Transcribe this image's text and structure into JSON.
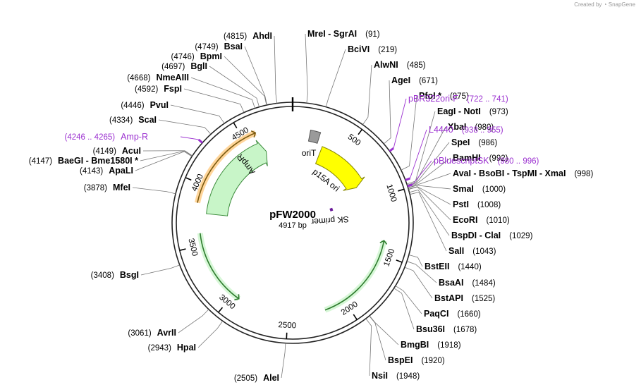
{
  "credit": {
    "prefix": "Created by",
    "brand": "SnapGene"
  },
  "plasmid": {
    "name": "pFW2000",
    "length_label": "4917 bp",
    "length": 4917
  },
  "ticks": [
    {
      "pos": 500,
      "label": "500"
    },
    {
      "pos": 1000,
      "label": "1000"
    },
    {
      "pos": 1500,
      "label": "1500"
    },
    {
      "pos": 2000,
      "label": "2000"
    },
    {
      "pos": 2500,
      "label": "2500"
    },
    {
      "pos": 3000,
      "label": "3000"
    },
    {
      "pos": 3500,
      "label": "3500"
    },
    {
      "pos": 4000,
      "label": "4000"
    },
    {
      "pos": 4500,
      "label": "4500"
    }
  ],
  "features": [
    {
      "name": "AmpR",
      "label": "AmpR",
      "start": 3750,
      "end": 4640,
      "color": "#c8f5c8",
      "stroke": "#3a8a3a"
    },
    {
      "name": "oriT",
      "label": "oriT",
      "start": 150,
      "end": 235,
      "color": "#9a9a9a",
      "stroke": "#555555"
    },
    {
      "name": "p15A ori",
      "label": "p15A ori",
      "start": 290,
      "end": 835,
      "color": "#ffff00",
      "stroke": "#888800"
    },
    {
      "name": "SK primer",
      "label": "SK primer",
      "start": 972,
      "end": 990,
      "color": "#9b30d0",
      "stroke": "#6a1a99"
    }
  ],
  "sites_right": [
    {
      "name": "MreI - SgrAI",
      "pos": 91,
      "pos_label": "(91)"
    },
    {
      "name": "BciVI",
      "pos": 219,
      "pos_label": "(219)"
    },
    {
      "name": "AlwNI",
      "pos": 485,
      "pos_label": "(485)"
    },
    {
      "name": "AgeI",
      "pos": 671,
      "pos_label": "(671)"
    },
    {
      "name": "PfoI *",
      "pos": 875,
      "pos_label": "(875)"
    },
    {
      "name": "EagI - NotI",
      "pos": 973,
      "pos_label": "(973)"
    },
    {
      "name": "XbaI",
      "pos": 980,
      "pos_label": "(980)"
    },
    {
      "name": "SpeI",
      "pos": 986,
      "pos_label": "(986)"
    },
    {
      "name": "BamHI",
      "pos": 992,
      "pos_label": "(992)"
    },
    {
      "name": "AvaI - BsoBI - TspMI - XmaI",
      "pos": 998,
      "pos_label": "(998)"
    },
    {
      "name": "SmaI",
      "pos": 1000,
      "pos_label": "(1000)"
    },
    {
      "name": "PstI",
      "pos": 1008,
      "pos_label": "(1008)"
    },
    {
      "name": "EcoRI",
      "pos": 1010,
      "pos_label": "(1010)"
    },
    {
      "name": "BspDI - ClaI",
      "pos": 1029,
      "pos_label": "(1029)"
    },
    {
      "name": "SalI",
      "pos": 1043,
      "pos_label": "(1043)"
    },
    {
      "name": "BstEII",
      "pos": 1440,
      "pos_label": "(1440)"
    },
    {
      "name": "BsaAI",
      "pos": 1484,
      "pos_label": "(1484)"
    },
    {
      "name": "BstAPI",
      "pos": 1525,
      "pos_label": "(1525)"
    },
    {
      "name": "PaqCI",
      "pos": 1660,
      "pos_label": "(1660)"
    },
    {
      "name": "Bsu36I",
      "pos": 1678,
      "pos_label": "(1678)"
    },
    {
      "name": "BmgBI",
      "pos": 1918,
      "pos_label": "(1918)"
    },
    {
      "name": "BspEI",
      "pos": 1920,
      "pos_label": "(1920)"
    },
    {
      "name": "NsiI",
      "pos": 1948,
      "pos_label": "(1948)"
    }
  ],
  "sites_left": [
    {
      "name": "AleI",
      "pos": 2505,
      "pos_label": "(2505)"
    },
    {
      "name": "HpaI",
      "pos": 2943,
      "pos_label": "(2943)"
    },
    {
      "name": "AvrII",
      "pos": 3061,
      "pos_label": "(3061)"
    },
    {
      "name": "BsgI",
      "pos": 3408,
      "pos_label": "(3408)"
    },
    {
      "name": "MfeI",
      "pos": 3878,
      "pos_label": "(3878)"
    },
    {
      "name": "ApaLI",
      "pos": 4143,
      "pos_label": "(4143)"
    },
    {
      "name": "BaeGI - Bme1580I *",
      "pos": 4147,
      "pos_label": "(4147)"
    },
    {
      "name": "AcuI",
      "pos": 4149,
      "pos_label": "(4149)"
    },
    {
      "name": "ScaI",
      "pos": 4334,
      "pos_label": "(4334)"
    },
    {
      "name": "PvuI",
      "pos": 4446,
      "pos_label": "(4446)"
    },
    {
      "name": "FspI",
      "pos": 4592,
      "pos_label": "(4592)"
    },
    {
      "name": "NmeAIII",
      "pos": 4668,
      "pos_label": "(4668)"
    },
    {
      "name": "BglI",
      "pos": 4697,
      "pos_label": "(4697)"
    },
    {
      "name": "BpmI",
      "pos": 4746,
      "pos_label": "(4746)"
    },
    {
      "name": "BsaI",
      "pos": 4749,
      "pos_label": "(4749)"
    },
    {
      "name": "AhdI",
      "pos": 4815,
      "pos_label": "(4815)"
    }
  ],
  "primers": [
    {
      "name": "pBR322ori-F",
      "pos": 731,
      "range_label": "(722 .. 741)",
      "side": "right"
    },
    {
      "name": "L4440",
      "pos": 946,
      "range_label": "(938 .. 955)",
      "side": "right"
    },
    {
      "name": "pBluescriptSK",
      "pos": 988,
      "range_label": "(980 .. 996)",
      "side": "right"
    },
    {
      "name": "Amp-R",
      "pos": 4255,
      "range_label": "(4246 .. 4265)",
      "side": "left"
    }
  ],
  "colors": {
    "primer": "#9b30d0",
    "backbone": "#222222"
  }
}
